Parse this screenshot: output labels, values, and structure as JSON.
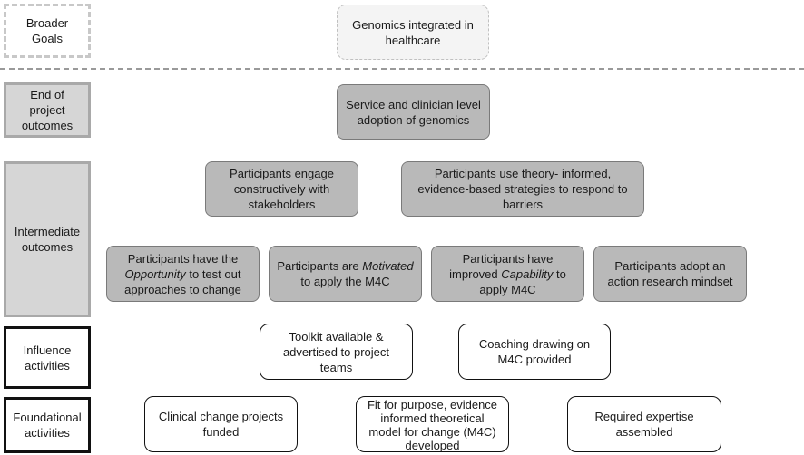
{
  "row_labels": {
    "broader_goals": "Broader Goals",
    "end_of_project_outcomes": "End of project outcomes",
    "intermediate_outcomes": "Intermediate outcomes",
    "influence_activities": "Influence activities",
    "foundational_activities": "Foundational activities"
  },
  "broader_goals": {
    "genomics": "Genomics integrated in healthcare"
  },
  "end_of_project": {
    "adoption": "Service and clinician level adoption of genomics"
  },
  "intermediate": {
    "engage": "Participants engage constructively with stakeholders",
    "theory_informed": "Participants use theory- informed, evidence-based strategies to respond to barriers",
    "opportunity": {
      "before": "Participants have the ",
      "emph": "Opportunity",
      "after": " to test out approaches to change"
    },
    "motivated": {
      "before": "Participants are ",
      "emph": "Motivated",
      "after": " to apply the M4C"
    },
    "capability": {
      "before": "Participants have improved ",
      "emph": "Capability",
      "after": " to apply M4C"
    },
    "action_research": "Participants adopt an action research mindset"
  },
  "influence": {
    "toolkit": "Toolkit available & advertised to project teams",
    "coaching": "Coaching drawing on M4C provided"
  },
  "foundational": {
    "clinical_change": "Clinical change projects funded",
    "m4c_model": "Fit for purpose, evidence informed theoretical model for change (M4C) developed",
    "expertise": "Required expertise assembled"
  },
  "colors": {
    "grey_fill": "#b9b9b9",
    "label_grey_fill": "#d6d6d6",
    "dashed_border": "#c8c8c8",
    "black_border": "#111111"
  }
}
